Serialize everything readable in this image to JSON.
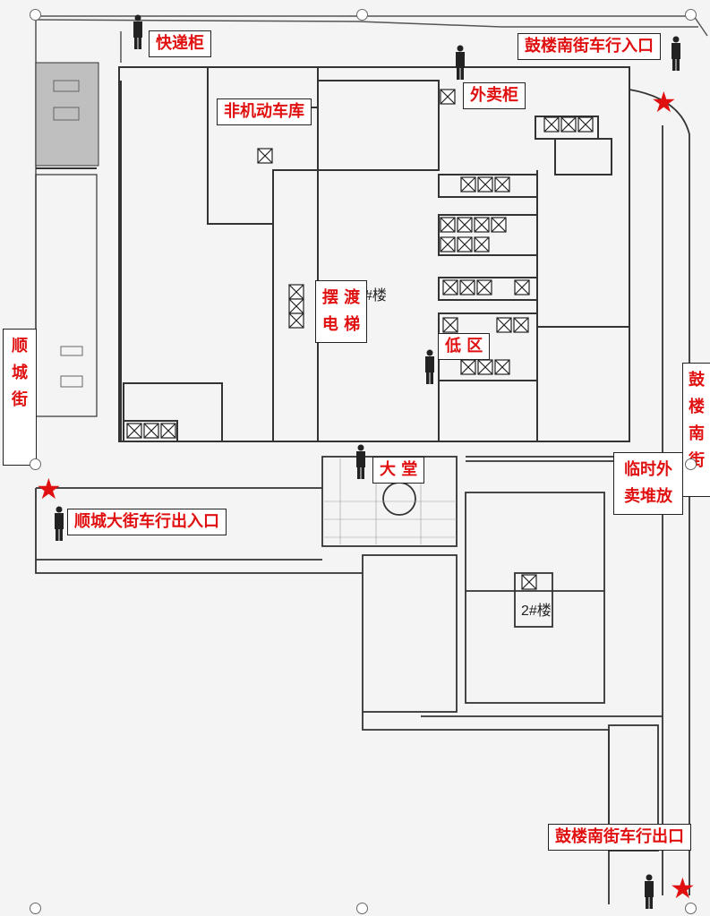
{
  "labels": {
    "express_locker": "快递柜",
    "gulou_entry": "鼓楼南街车行入口",
    "bike_garage": "非机动车库",
    "takeout_locker": "外卖柜",
    "shuttle_elevator": [
      "摆",
      "渡",
      "电",
      "梯"
    ],
    "low_zone": "低 区",
    "lobby": "大 堂",
    "temp_takeout": [
      "临时外",
      "卖堆放"
    ],
    "shuncheng_entry": "顺城大街车行出入口",
    "gulou_exit": "鼓楼南街车行出口",
    "shuncheng_street": [
      "顺",
      "城",
      "街"
    ],
    "gulou_street": [
      "鼓",
      "楼",
      "南",
      "街"
    ]
  },
  "buildings": {
    "main": "#楼",
    "second": "2#楼"
  },
  "colors": {
    "label_text": "#e01010",
    "star": "#e01010",
    "line": "#333333"
  },
  "icons": [
    "star-marker-icon",
    "security-guard-icon",
    "elevator-x-icon"
  ]
}
